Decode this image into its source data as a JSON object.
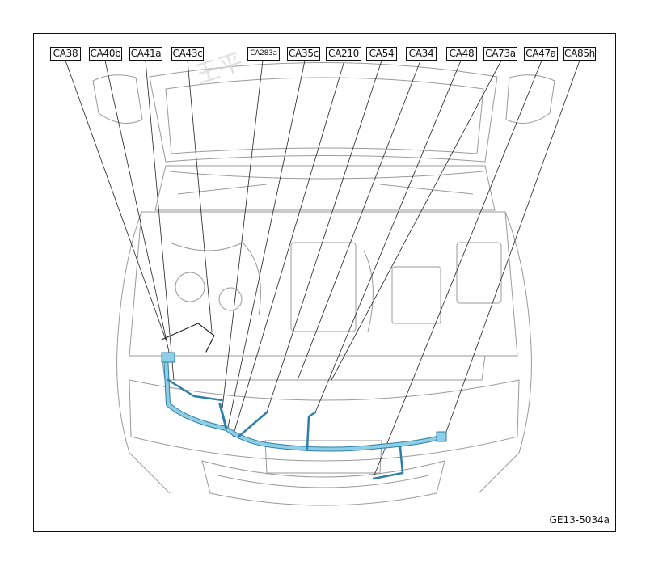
{
  "connector_labels": [
    "CA38",
    "CA40b",
    "CA41a",
    "CA43c",
    "CA283a",
    "CA35c",
    "CA210",
    "CA54",
    "CA34",
    "CA48",
    "CA73a",
    "CA47a",
    "CA85h"
  ],
  "figure_code": "GE13-5034a",
  "watermark": "王平",
  "colors": {
    "harness": "#8ecfe8",
    "harness_edge": "#2f7fa6",
    "line": "#222222",
    "light_line": "#9a9a9a"
  }
}
